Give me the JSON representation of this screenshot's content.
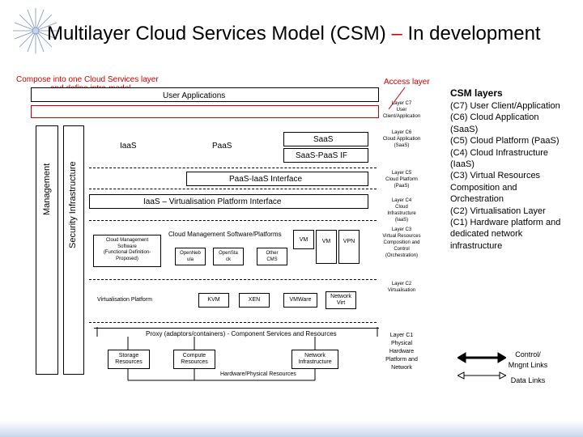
{
  "title": {
    "main": "Multilayer Cloud Services Model (CSM)",
    "dash": " – ",
    "tail": "In development"
  },
  "notes": {
    "compose_line1": "Compose into one Cloud Services layer",
    "compose_line2": "and define intra-model",
    "access_layer": "Access layer"
  },
  "side": {
    "management": "Management",
    "security": "Security Infrastructure"
  },
  "diagram": {
    "user_applications": "User Applications",
    "iaas": "IaaS",
    "paas": "PaaS",
    "saas": "SaaS",
    "saas_paas_if": "SaaS-PaaS IF",
    "paas_iaas_if": "PaaS-IaaS Interface",
    "iaas_virt_if": "IaaS – Virtualisation Platform Interface",
    "cloud_mgmt_platform": "Cloud Management Software/Platforms",
    "cloud_mgmt_software": [
      "Cloud Management",
      "Software",
      "(Functional Definition-",
      "Proposed)"
    ],
    "openneb": [
      "OpenNeb",
      "ula"
    ],
    "openstack": [
      "OpenSta",
      "ck"
    ],
    "other_cms": [
      "Other",
      "CMS"
    ],
    "vm1": "VM",
    "vm2": "VM",
    "vpn": "VPN",
    "virtualisation_platform": "Virtualisation Platform",
    "kvm": "KVM",
    "xen": "XEN",
    "vmware": "VMWare",
    "network_virt": [
      "Network",
      "Virt"
    ],
    "proxy": "Proxy (adaptors/containers) - Component Services and Resources",
    "storage": [
      "Storage",
      "Resources"
    ],
    "compute": [
      "Compute",
      "Resources"
    ],
    "network_infra": [
      "Network",
      "Infrastructure"
    ],
    "hardware": "Hardware/Physical Resources"
  },
  "layers": {
    "c7": [
      "Layer C7",
      "User",
      "Client/Application"
    ],
    "c6": [
      "Layer C6",
      "Cloud Application",
      "(SaaS)"
    ],
    "c5": [
      "Layer C5",
      "Cloud Platform",
      "(PaaS)"
    ],
    "c4": [
      "Layer C4",
      "Cloud",
      "Infrastructure",
      "(IaaS)"
    ],
    "c3": [
      "Layer C3",
      "Virtual Resources",
      "Composition and",
      "Control",
      "(Orchestration)"
    ],
    "c2": [
      "Layer C2",
      "Virtualisation"
    ],
    "c1": [
      "Layer C1",
      "Physical",
      "Hardware",
      "Platform and",
      "Network"
    ]
  },
  "csm_layers": {
    "heading": "CSM layers",
    "items": [
      "(C7) User Client/Application",
      "(C6) Cloud Application",
      "(SaaS)",
      "(C5) Cloud Platform (PaaS)",
      "(C4) Cloud Infrastructure",
      "(IaaS)",
      "(C3) Virtual Resources",
      "Composition and",
      "Orchestration",
      "(C2) Virtualisation Layer",
      "(C1) Hardware platform and",
      "dedicated network",
      "infrastructure"
    ]
  },
  "legend": {
    "control": [
      "Control/",
      "Mngnt Links"
    ],
    "data": "Data Links"
  },
  "colors": {
    "accent": "#cc0000",
    "text": "#000000"
  }
}
